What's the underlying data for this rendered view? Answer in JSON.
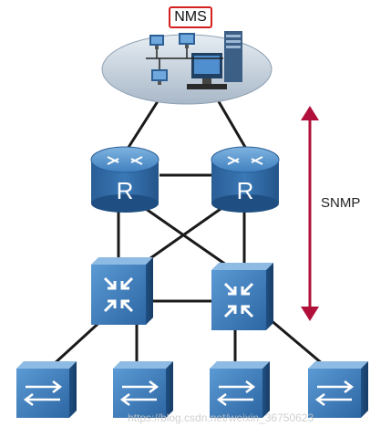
{
  "diagram": {
    "nms_label": "NMS",
    "protocol_label": "SNMP",
    "router_letter": "R",
    "watermark": "https://blog.csdn.net/weixin_36750623",
    "colors": {
      "nms_border": "#d42020",
      "router_body": "#2f6aa6",
      "switch_body": "#3a7ec1",
      "arrow": "#b0103a",
      "link": "#1a1a1a",
      "cloud": "#b9c6d4"
    }
  }
}
